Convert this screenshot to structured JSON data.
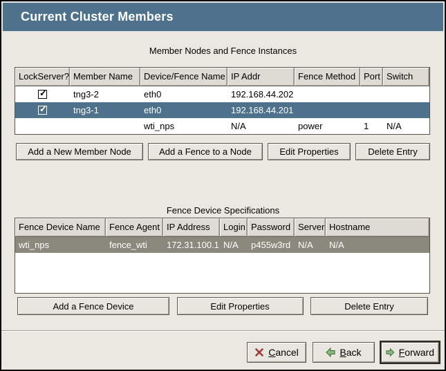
{
  "window": {
    "title": "Current Cluster Members"
  },
  "colors": {
    "titlebar": "#4e718c",
    "selected_row_focused": "#4e718c",
    "selected_row_unfocused": "#8b887e",
    "background": "#ebe8e1"
  },
  "icons": {
    "cancel": "red-x-icon",
    "back": "green-arrow-left-icon",
    "forward": "green-arrow-right-icon",
    "lockserver_checked": "checkmark-icon"
  },
  "members_section": {
    "caption": "Member Nodes and Fence Instances",
    "columns": [
      "LockServer?",
      "Member Name",
      "Device/Fence Name",
      "IP Addr",
      "Fence Method",
      "Port",
      "Switch"
    ],
    "rows": [
      {
        "lockserver_checked": true,
        "member_name": "tng3-2",
        "device_fence_name": "eth0",
        "ip_addr": "192.168.44.202",
        "fence_method": "",
        "port": "",
        "switch": "",
        "selected": false
      },
      {
        "lockserver_checked": true,
        "member_name": "tng3-1",
        "device_fence_name": "eth0",
        "ip_addr": "192.168.44.201",
        "fence_method": "",
        "port": "",
        "switch": "",
        "selected": true
      },
      {
        "lockserver_checked": false,
        "member_name": "",
        "device_fence_name": "wti_nps",
        "ip_addr": "N/A",
        "fence_method": "power",
        "port": "1",
        "switch": "N/A",
        "selected": false
      }
    ],
    "buttons": [
      "Add a New Member Node",
      "Add a Fence to a Node",
      "Edit Properties",
      "Delete Entry"
    ]
  },
  "fence_section": {
    "caption": "Fence Device Specifications",
    "columns": [
      "Fence Device Name",
      "Fence Agent",
      "IP Address",
      "Login",
      "Password",
      "Server",
      "Hostname"
    ],
    "rows": [
      {
        "fence_device_name": "wti_nps",
        "fence_agent": "fence_wti",
        "ip_address": "172.31.100.1",
        "login": "N/A",
        "password": "p455w3rd",
        "server": "N/A",
        "hostname": "N/A",
        "selected": true
      }
    ],
    "buttons": [
      "Add a Fence Device",
      "Edit Properties",
      "Delete Entry"
    ]
  },
  "footer": {
    "cancel": {
      "initial": "C",
      "rest": "ancel"
    },
    "back": {
      "initial": "B",
      "rest": "ack"
    },
    "forward": {
      "initial": "F",
      "rest": "orward"
    }
  }
}
